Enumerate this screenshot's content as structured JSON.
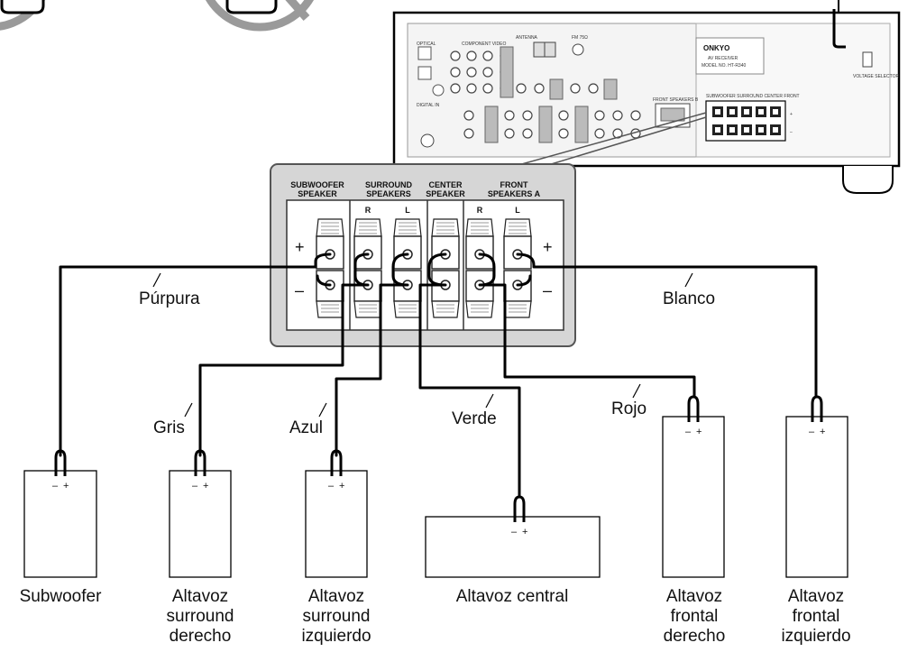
{
  "receiver": {
    "brand": "ONKYO",
    "model_line1": "AV RECEIVER",
    "model_line2": "MODEL NO. HT-R340",
    "antenna_label": "ANTENNA",
    "fm_label": "FM 75Ω",
    "voltage_label": "VOLTAGE SELECTOR",
    "front_b_label": "FRONT SPEAKERS B"
  },
  "terminal_panel": {
    "groups": [
      {
        "line1": "SUBWOOFER",
        "line2": "SPEAKER"
      },
      {
        "line1": "SURROUND",
        "line2": "SPEAKERS"
      },
      {
        "line1": "CENTER",
        "line2": "SPEAKER"
      },
      {
        "line1": "FRONT",
        "line2": "SPEAKERS A"
      }
    ],
    "channel_labels": [
      "R",
      "L",
      "R",
      "L"
    ],
    "plus": "+",
    "minus": "–"
  },
  "wire_colors": {
    "purpura": "Púrpura",
    "blanco": "Blanco",
    "gris": "Gris",
    "azul": "Azul",
    "verde": "Verde",
    "rojo": "Rojo"
  },
  "speakers": [
    {
      "name_lines": [
        "Subwoofer"
      ]
    },
    {
      "name_lines": [
        "Altavoz",
        "surround",
        "derecho"
      ]
    },
    {
      "name_lines": [
        "Altavoz",
        "surround",
        "izquierdo"
      ]
    },
    {
      "name_lines": [
        "Altavoz central"
      ]
    },
    {
      "name_lines": [
        "Altavoz",
        "frontal",
        "derecho"
      ]
    },
    {
      "name_lines": [
        "Altavoz",
        "frontal",
        "izquierdo"
      ]
    }
  ],
  "polarity": {
    "minus": "–",
    "plus": "+"
  }
}
